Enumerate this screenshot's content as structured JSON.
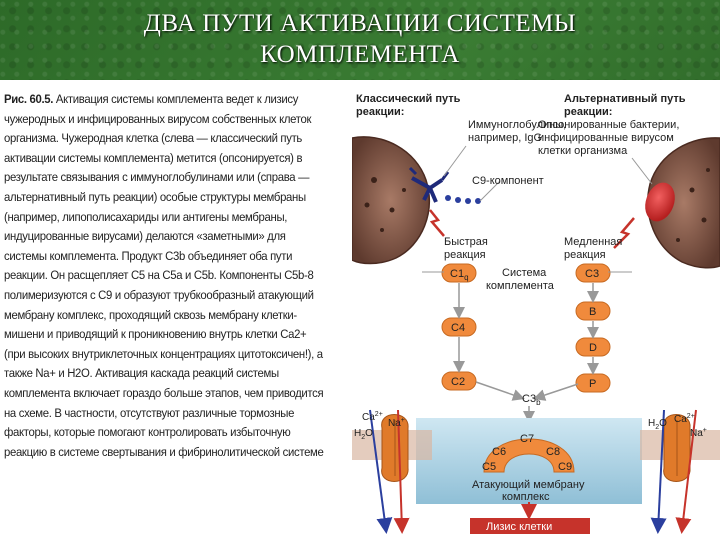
{
  "title": {
    "line1": "ДВА ПУТИ АКТИВАЦИИ СИСТЕМЫ",
    "line2": "КОМПЛЕМЕНТА"
  },
  "caption": {
    "prefix": "Рис. 60.5.",
    "text": "Активация системы комплемента ведет к лизису чужеродных и инфицированных вирусом собственных клеток организма. Чужеродная клетка (слева — классический путь активации системы комплемента) метится (опсонируется) в результате связывания с иммуноглобулинами или (справа — альтернативный путь реакции) особые структуры мембраны (например, липополисахариды или антигены мембраны, индуцированные вирусами) делаются «заметными» для системы комплемента. Продукт C3b объединяет оба пути реакции. Он расщепляет C5 на C5a и C5b. Компоненты C5b-8 полимеризуются с C9 и образуют трубкообразный атакующий мембрану комплекс, проходящий сквозь мембрану клетки-мишени и приводящий к проникновению внутрь клетки Ca2+ (при высоких внутриклеточных концентрациях цитотоксичен!), а также Na+ и H2O. Активация каскада реакций системы комплемента включает гораздо больше этапов, чем приводится на схеме. В частности, отсутствуют различные тормозные факторы, которые помогают контролировать избыточную реакцию в системе свертывания и фибринолитической системе"
  },
  "diagram": {
    "classical_header": [
      "Классический путь",
      "реакции:"
    ],
    "alternative_header": [
      "Альтернативный путь",
      "реакции:"
    ],
    "immunoglobulins": [
      "Иммуноглобулины,",
      "например, IgG"
    ],
    "opsonized": [
      "Опсонированные бактерии,",
      "инфицированные вирусом",
      "клетки организма"
    ],
    "c9_component": "С9-компонент",
    "fast_reaction": [
      "Быстрая",
      "реакция"
    ],
    "slow_reaction": [
      "Медленная",
      "реакция"
    ],
    "complement_system": [
      "Система",
      "комплемента"
    ],
    "classical_nodes": [
      "С1",
      "С4",
      "С2"
    ],
    "classical_sub": "q",
    "alternative_nodes": [
      "С3",
      "В",
      "D",
      "Р"
    ],
    "c3b": "С3",
    "c3b_sub": "b",
    "complex_parts": [
      "С7",
      "С6",
      "С8",
      "С5",
      "С9"
    ],
    "mac_label": [
      "Атакующий мембрану",
      "комплекс"
    ],
    "lysis": "Лизис клетки",
    "ions_left": [
      "Ca",
      "2+",
      "Na",
      "+",
      "H",
      "2",
      "O"
    ],
    "ions_right": [
      "H",
      "2",
      "O",
      "Ca",
      "2+",
      "Na",
      "+"
    ]
  },
  "colors": {
    "background": "#2f6b2a",
    "node_fill": "#f08a3c",
    "cell_brown": "#7a4a3a",
    "lysis_bar": "#c6332b",
    "arrow_blue": "#2b3f9e",
    "arrow_red": "#c6332b",
    "arrow_gray": "#999999"
  }
}
